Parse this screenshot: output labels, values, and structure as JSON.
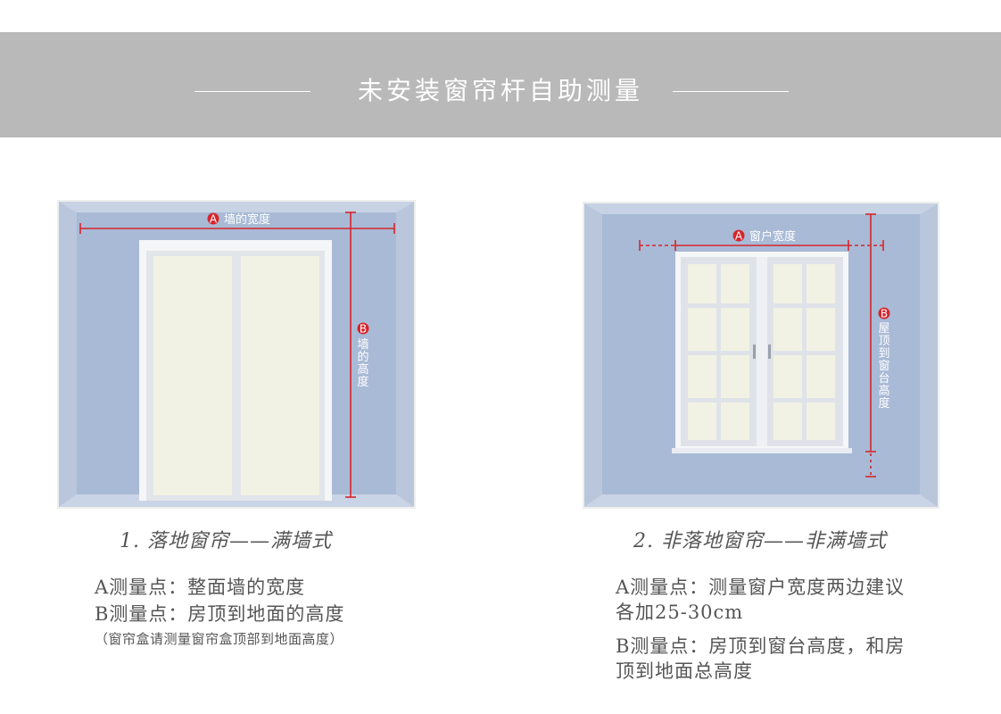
{
  "header": {
    "title": "未安装窗帘杆自助测量"
  },
  "scene1": {
    "marker_a": "A",
    "label_a": "墙的宽度",
    "marker_b": "B",
    "label_b": [
      "墙",
      "的",
      "高",
      "度"
    ],
    "caption": "1.  落地窗帘——满墙式",
    "desc_a": "A测量点：整面墙的宽度",
    "desc_b": "B测量点：房顶到地面的高度",
    "desc_note": "（窗帘盒请测量窗帘盒顶部到地面高度）"
  },
  "scene2": {
    "marker_a": "A",
    "label_a": "窗户宽度",
    "marker_b": "B",
    "label_b": [
      "屋",
      "顶",
      "到",
      "窗",
      "台",
      "高",
      "度"
    ],
    "caption": "2.  非落地窗帘——非满墙式",
    "desc_a_line1": "A测量点：测量窗户宽度两边建议",
    "desc_a_line2": "各加25-30cm",
    "desc_b_line1": "B测量点：房顶到窗台高度，和房",
    "desc_b_line2": "顶到地面总高度"
  },
  "colors": {
    "banner": "#b9b9b9",
    "wall": "#a9bad6",
    "measure": "#d6262c",
    "glass": "#f2f2e4",
    "frame": "#f5f6f8"
  }
}
